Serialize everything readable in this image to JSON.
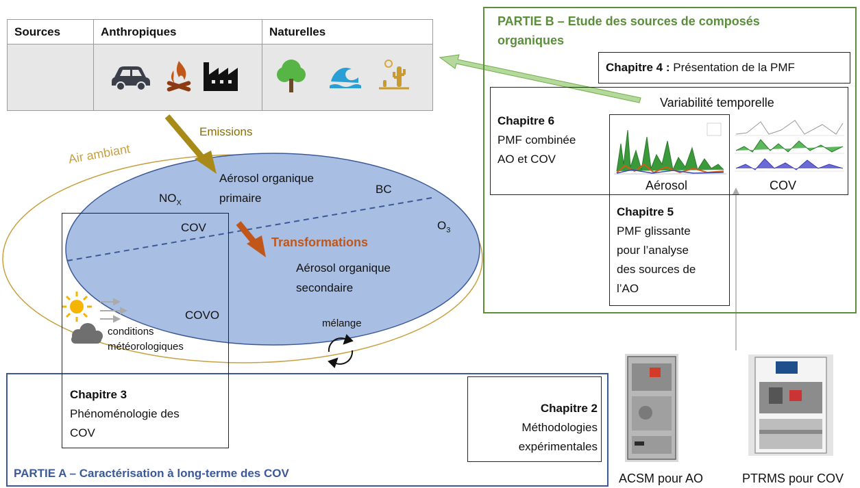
{
  "sources_table": {
    "col_sources": "Sources",
    "col_anthropic": "Anthropiques",
    "col_natural": "Naturelles",
    "anthropic_icons": [
      "car-icon",
      "fire-icon",
      "factory-icon"
    ],
    "natural_icons": [
      "tree-icon",
      "wave-icon",
      "desert-cactus-icon"
    ]
  },
  "atmosphere": {
    "emissions": "Emissions",
    "ambient_air": "Air ambiant",
    "primary_oa_1": "Aérosol organique",
    "primary_oa_2": "primaire",
    "nox": "NO",
    "nox_sub": "X",
    "bc": "BC",
    "o3": "O",
    "o3_sub": "3",
    "cov": "COV",
    "transformations": "Transformations",
    "secondary_oa_1": "Aérosol organique",
    "secondary_oa_2": "secondaire",
    "covo": "COVO",
    "weather_1": "conditions",
    "weather_2": "météorologiques",
    "mixing": "mélange"
  },
  "partie_b": {
    "title_1": "PARTIE B – Etude des sources de composés",
    "title_2": "organiques",
    "ch4_bold": "Chapitre 4 :",
    "ch4_text": " Présentation de la PMF",
    "variability": "Variabilité temporelle",
    "ch6_title": "Chapitre 6",
    "ch6_line1": "PMF combinée",
    "ch6_line2": "AO et COV",
    "aerosol_label": "Aérosol",
    "cov_label": "COV",
    "ch5_title": "Chapitre 5",
    "ch5_lines": [
      "PMF glissante",
      "pour l’analyse",
      "des sources de",
      "l’AO"
    ]
  },
  "partie_a": {
    "title": "PARTIE A – Caractérisation à long-terme des COV",
    "ch3_title": "Chapitre 3",
    "ch3_line1": "Phénoménologie des",
    "ch3_line2": "COV",
    "ch2_title": "Chapitre 2",
    "ch2_line1": "Méthodologies",
    "ch2_line2": "expérimentales"
  },
  "instruments": {
    "acsm": "ACSM pour AO",
    "ptrms": "PTRMS pour COV"
  },
  "colors": {
    "green": "#5a8f3a",
    "blue_frame": "#3b5998",
    "ellipse_fill": "#a9bee3",
    "ochre": "#c8a040",
    "emissions_text": "#8a6d00",
    "transform_text": "#c0561a"
  }
}
